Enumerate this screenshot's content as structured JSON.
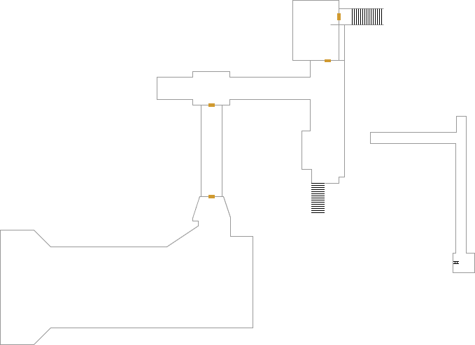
{
  "map": {
    "wall_color": "#999999",
    "door_color": "#d09a30",
    "stair_color": "#000000",
    "background": "#ffffff",
    "features": {
      "doors": [
        "door",
        "door",
        "door",
        "door",
        "door"
      ],
      "stairs": [
        "stairs-east",
        "stairs-south"
      ],
      "ladder_icon": "ladder-icon"
    }
  }
}
